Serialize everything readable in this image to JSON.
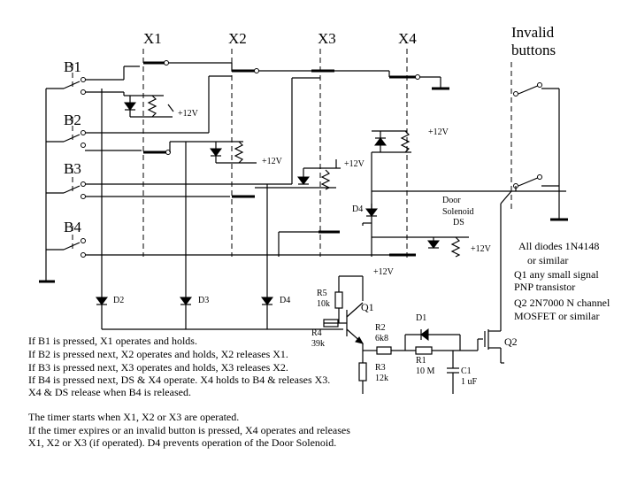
{
  "labels": {
    "x1": "X1",
    "x2": "X2",
    "x3": "X3",
    "x4": "X4",
    "b1": "B1",
    "b2": "B2",
    "b3": "B3",
    "b4": "B4",
    "invalid_line1": "Invalid",
    "invalid_line2": "buttons",
    "v12_a": "+12V",
    "v12_b": "+12V",
    "v12_c": "+12V",
    "v12_d": "+12V",
    "v12_e": "+12V",
    "v12_f": "+12V",
    "d4_top": "D4",
    "door_line1": "Door",
    "door_line2": "Solenoid",
    "door_line3": "DS",
    "d2": "D2",
    "d3": "D3",
    "d4_bottom": "D4",
    "r5_name": "R5",
    "r5_val": "10k",
    "q1": "Q1",
    "r4_name": "R4",
    "r4_val": "39k",
    "r2_name": "R2",
    "r2_val": "6k8",
    "d1": "D1",
    "r3_name": "R3",
    "r3_val": "12k",
    "r1_name": "R1",
    "r1_val": "10 M",
    "c1_name": "C1",
    "c1_val": "1 uF",
    "q2": "Q2"
  },
  "notes": {
    "n1": "All diodes 1N4148",
    "n2": "or similar",
    "n3": "Q1 any small signal",
    "n4": "PNP transistor",
    "n5": "Q2 2N7000 N channel",
    "n6": "MOSFET or similar"
  },
  "description": [
    "If B1 is pressed, X1 operates and holds.",
    "If B2 is pressed next, X2 operates and holds, X2 releases X1.",
    "If B3 is pressed next, X3 operates and holds, X3 releases X2.",
    "If B4 is pressed next, DS & X4 operate.  X4 holds to B4 & releases X3.",
    "X4 & DS release when B4 is released.",
    "The timer starts when X1, X2 or X3 are operated.",
    "If the timer expires or an invalid button is pressed, X4 operates and releases",
    "X1, X2 or X3 (if operated).  D4 prevents operation of the Door Solenoid."
  ]
}
